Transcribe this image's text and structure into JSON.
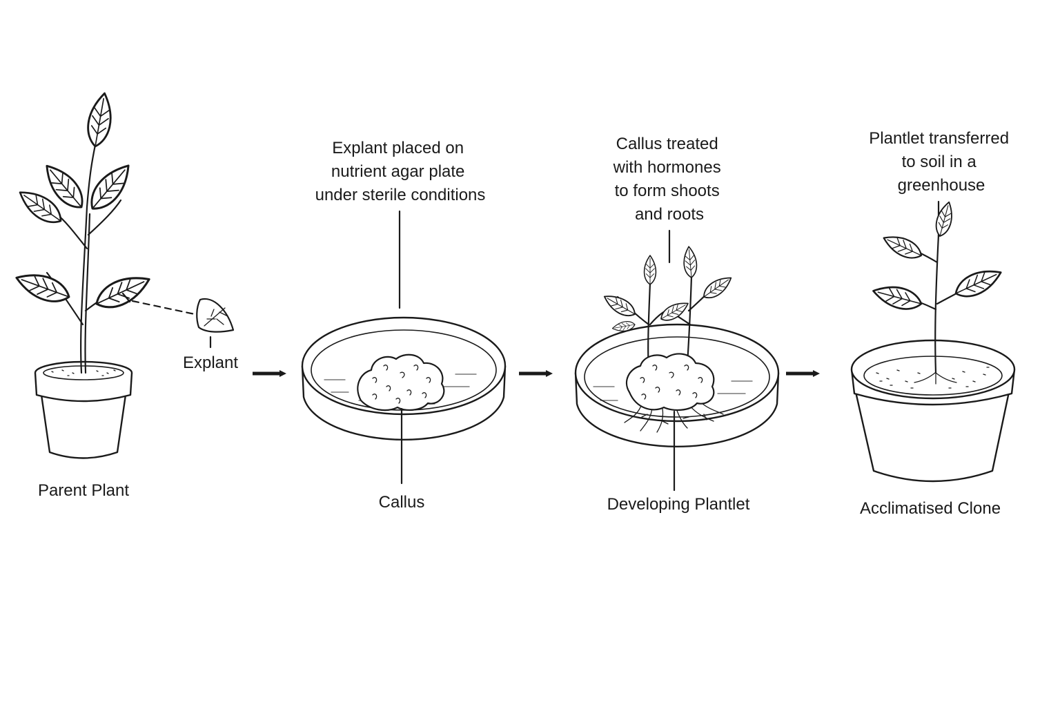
{
  "colors": {
    "ink": "#1a1a1a",
    "background": "#ffffff"
  },
  "labels": {
    "parent_plant": "Parent Plant",
    "explant": "Explant",
    "callus": "Callus",
    "developing_plantlet": "Developing Plantlet",
    "acclimatised_clone": "Acclimatised Clone"
  },
  "annotations": {
    "step2": [
      "Explant placed on",
      "nutrient agar plate",
      "under sterile conditions"
    ],
    "step3": [
      "Callus treated",
      "with hormones",
      "to form shoots",
      "and roots"
    ],
    "step4": [
      "Plantlet transferred",
      "to soil in a",
      "greenhouse"
    ]
  },
  "icons": {
    "flow_arrow": "right-arrow-icon",
    "parent": "potted-plant-icon",
    "explant": "leaf-fragment-icon",
    "dish": "petri-dish-icon",
    "callus": "callus-clump-icon",
    "plantlet": "shoots-and-roots-icon",
    "clone": "potted-seedling-icon"
  }
}
